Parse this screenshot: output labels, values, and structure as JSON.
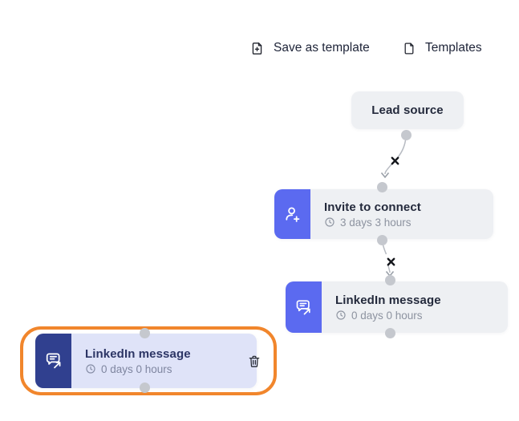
{
  "toolbar": {
    "save_as_template_label": "Save as template",
    "templates_label": "Templates"
  },
  "colors": {
    "accent_blue": "#5b6af0",
    "selected_navy": "#30408f",
    "highlight_orange": "#f1862c",
    "card_gray": "#eef0f3",
    "selected_lavender": "#dfe3f8"
  },
  "nodes": {
    "lead_source": {
      "title": "Lead source"
    },
    "invite_to_connect": {
      "title": "Invite to connect",
      "delay": "3 days 3 hours",
      "icon": "person-plus-icon"
    },
    "linkedin_message": {
      "title": "LinkedIn message",
      "delay": "0 days 0 hours",
      "icon": "chat-arrow-icon"
    },
    "linkedin_message_selected": {
      "title": "LinkedIn message",
      "delay": "0 days 0 hours",
      "icon": "chat-arrow-icon"
    }
  }
}
